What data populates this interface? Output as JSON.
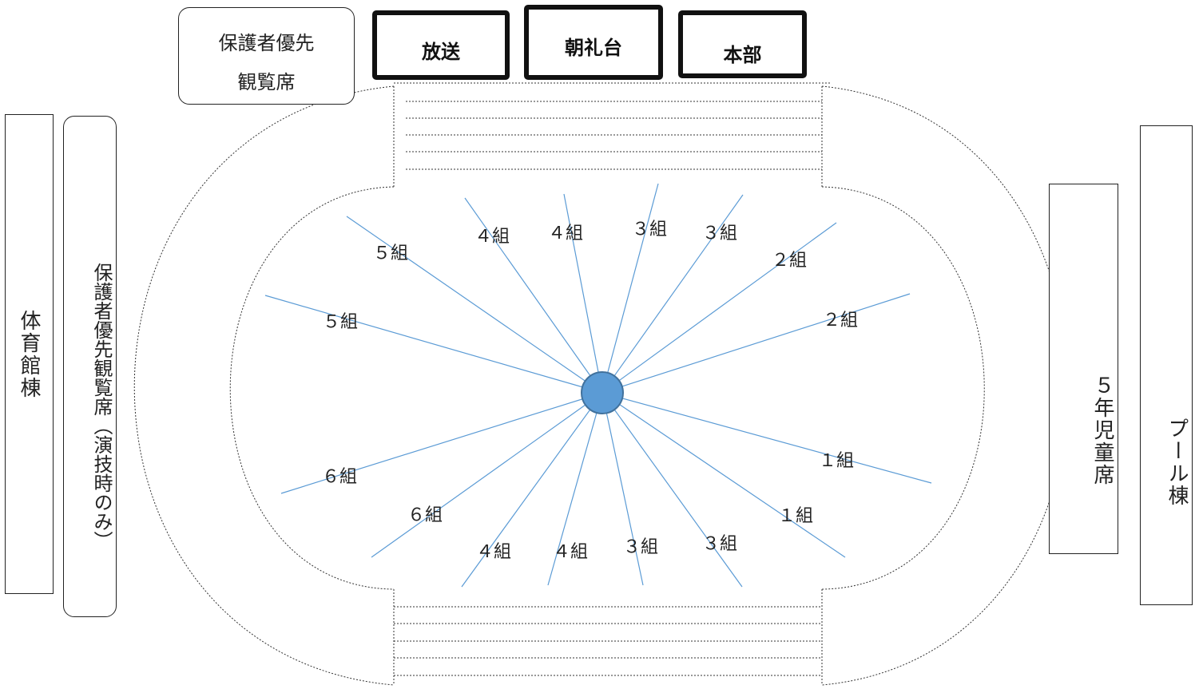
{
  "top_buildings": {
    "guardian_top": [
      "保護者優先",
      "観覧席"
    ],
    "broadcast": "放送",
    "podium": "朝礼台",
    "headquarters": "本部"
  },
  "side_buildings": {
    "gym": "体育館棟",
    "guardian_left": "保護者優先観覧席（演技時のみ）",
    "grade5_seats": "５年児童席",
    "pool": "プール棟"
  },
  "formation": {
    "line_color": "#5b9bd5",
    "center_color": "#5b9bd5",
    "groups": [
      {
        "name": "north-a",
        "label": "４組"
      },
      {
        "name": "north-b",
        "label": "４組"
      },
      {
        "name": "north-c",
        "label": "３組"
      },
      {
        "name": "north-d",
        "label": "３組"
      },
      {
        "name": "northeast-a",
        "label": "２組"
      },
      {
        "name": "east-a",
        "label": "２組"
      },
      {
        "name": "east-b",
        "label": "１組"
      },
      {
        "name": "southeast-a",
        "label": "１組"
      },
      {
        "name": "south-a",
        "label": "３組"
      },
      {
        "name": "south-b",
        "label": "３組"
      },
      {
        "name": "south-c",
        "label": "４組"
      },
      {
        "name": "south-d",
        "label": "４組"
      },
      {
        "name": "southwest-a",
        "label": "６組"
      },
      {
        "name": "west-a",
        "label": "６組"
      },
      {
        "name": "west-b",
        "label": "５組"
      },
      {
        "name": "northwest-a",
        "label": "５組"
      }
    ]
  }
}
